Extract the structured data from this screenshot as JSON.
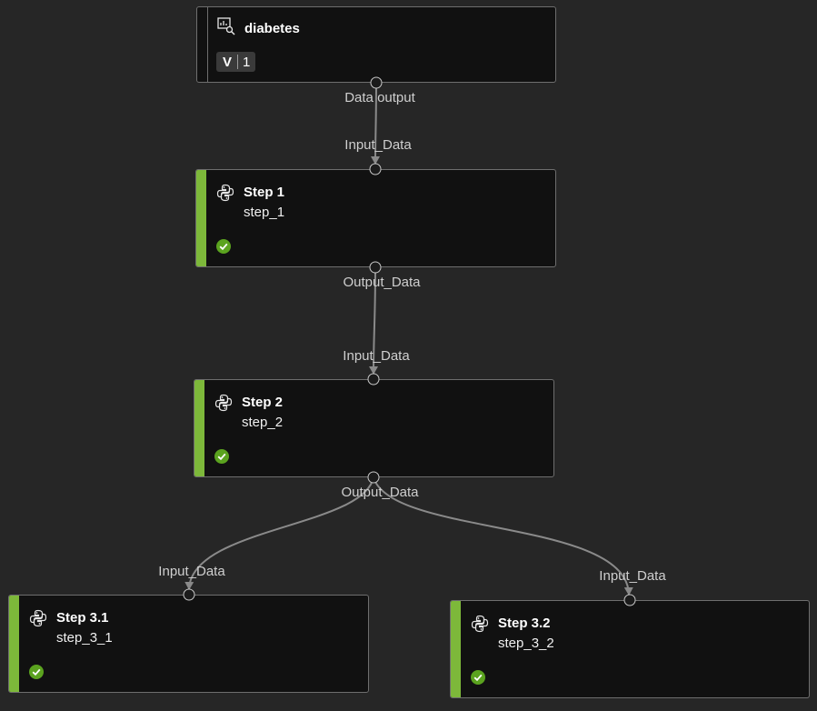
{
  "dataset": {
    "title": "diabetes",
    "version_prefix": "V",
    "version": "1",
    "output_label": "Data output",
    "icon": "dataset-icon"
  },
  "steps": [
    {
      "title": "Step 1",
      "name": "step_1",
      "input_label": "Input_Data",
      "output_label": "Output_Data",
      "status": "completed",
      "icon": "python-icon"
    },
    {
      "title": "Step 2",
      "name": "step_2",
      "input_label": "Input_Data",
      "output_label": "Output_Data",
      "status": "completed",
      "icon": "python-icon"
    },
    {
      "title": "Step 3.1",
      "name": "step_3_1",
      "input_label": "Input_Data",
      "status": "completed",
      "icon": "python-icon"
    },
    {
      "title": "Step 3.2",
      "name": "step_3_2",
      "input_label": "Input_Data",
      "status": "completed",
      "icon": "python-icon"
    }
  ],
  "colors": {
    "background": "#262626",
    "node": "#111111",
    "node_border": "#6e6e6e",
    "accent": "#7db83a",
    "status_ok": "#5ba31f",
    "edge": "#8a8a8a"
  }
}
